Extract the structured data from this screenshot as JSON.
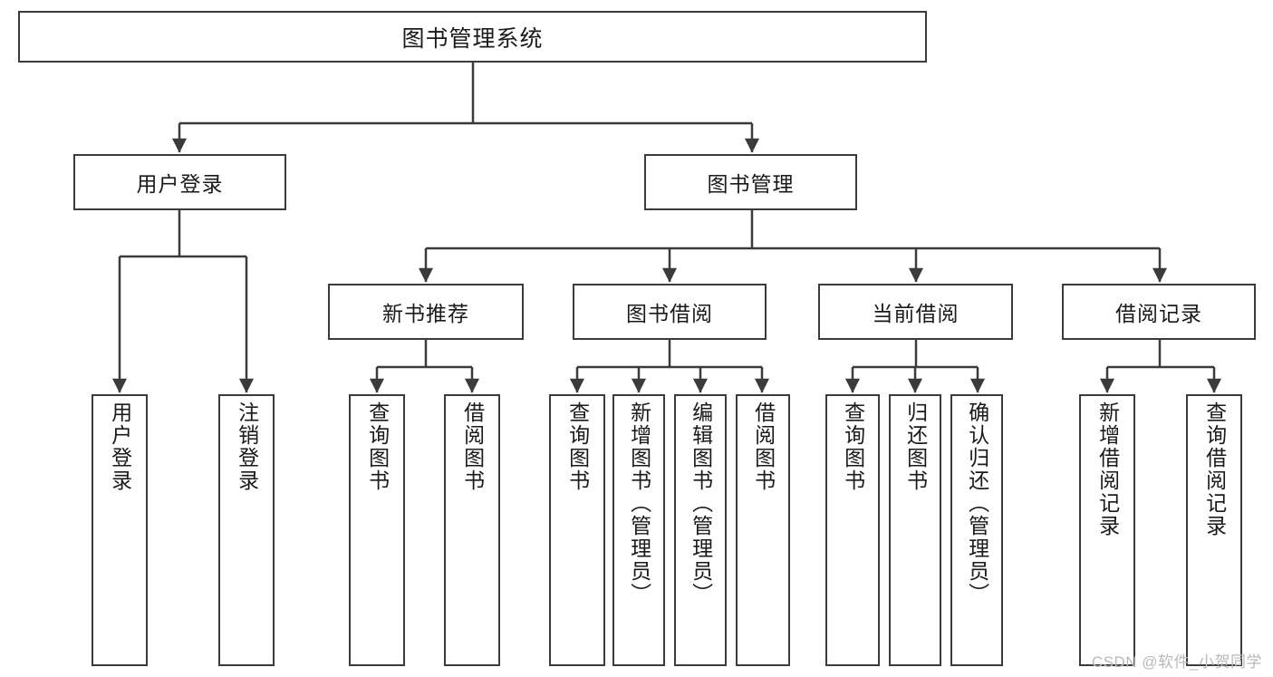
{
  "diagram": {
    "title": "图书管理系统",
    "type": "tree-structure-chart",
    "line_color": "#3b3b3b",
    "box_fill": "#ffffff",
    "text_color": "#1a1a1a"
  },
  "root": {
    "label": "图书管理系统"
  },
  "level1": [
    {
      "label": "用户登录"
    },
    {
      "label": "图书管理"
    }
  ],
  "level2": [
    {
      "label": "新书推荐"
    },
    {
      "label": "图书借阅"
    },
    {
      "label": "当前借阅"
    },
    {
      "label": "借阅记录"
    }
  ],
  "leaves": {
    "user_login": [
      {
        "label": "用户登录"
      },
      {
        "label": "注销登录"
      }
    ],
    "new_book_recommend": [
      {
        "label": "查询图书"
      },
      {
        "label": "借阅图书"
      }
    ],
    "book_borrow": [
      {
        "label": "查询图书"
      },
      {
        "label": "新增图书（管理员）"
      },
      {
        "label": "编辑图书（管理员）"
      },
      {
        "label": "借阅图书"
      }
    ],
    "current_borrow": [
      {
        "label": "查询图书"
      },
      {
        "label": "归还图书"
      },
      {
        "label": "确认归还（管理员）"
      }
    ],
    "borrow_record": [
      {
        "label": "新增借阅记录"
      },
      {
        "label": "查询借阅记录"
      }
    ]
  },
  "watermark": {
    "text": "CSDN @软件_小贺同学"
  }
}
